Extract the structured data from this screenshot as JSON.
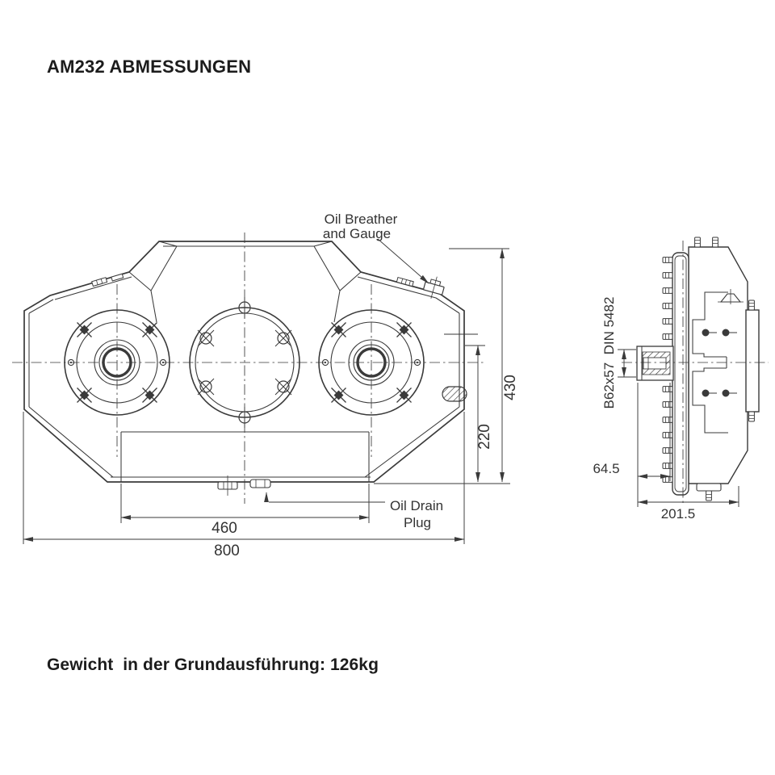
{
  "page": {
    "title": "AM232 ABMESSUNGEN",
    "footer": "Gewicht  in der Grundausführung: 126kg"
  },
  "front_view": {
    "callouts": {
      "oil_breather_line1": "Oil Breather",
      "oil_breather_line2": "and Gauge",
      "oil_drain_line1": "Oil Drain",
      "oil_drain_line2": "Plug"
    },
    "dimensions": {
      "overall_width": "800",
      "drain_offset_width": "460",
      "overall_height": "430",
      "drain_offset_height": "220"
    }
  },
  "side_view": {
    "dimensions": {
      "overall_depth": "201.5",
      "shaft_protrusion": "64.5",
      "spline_spec": "B62x57  DIN 5482"
    }
  },
  "colors": {
    "line_color": "#3a3a3a",
    "text_color": "#333333",
    "background": "#ffffff"
  }
}
